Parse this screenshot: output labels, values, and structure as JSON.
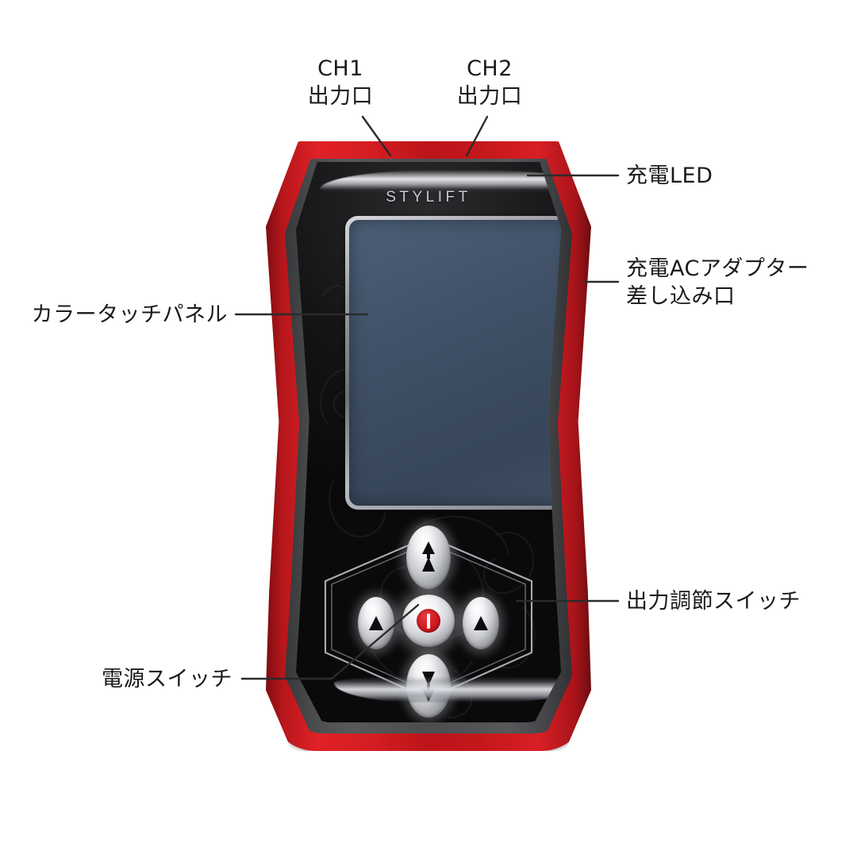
{
  "diagram": {
    "title": "STYLIFT device callout diagram",
    "device": {
      "brand": "STYLIFT",
      "colors": {
        "shell_red": "#c4171c",
        "faceplate_black": "#0d0d0f",
        "screen_blue": "#3e4e64",
        "chrome_silver": "#c9ccd2",
        "power_red": "#cf1820"
      },
      "screen": {
        "name": "color-touch-panel",
        "state": "blank"
      },
      "buttons": [
        {
          "id": "up",
          "icon": "double-up-arrow-icon",
          "shape": "oval"
        },
        {
          "id": "down",
          "icon": "double-down-arrow-icon",
          "shape": "oval"
        },
        {
          "id": "left",
          "icon": "triangle-up-icon",
          "shape": "oval"
        },
        {
          "id": "right",
          "icon": "triangle-up-icon",
          "shape": "oval"
        },
        {
          "id": "power",
          "icon": "power-symbol-icon",
          "shape": "circle"
        }
      ],
      "led": {
        "icon": "led-dot-icon",
        "state": "off"
      }
    },
    "callouts": {
      "ch1_port": "CH1\n出力口",
      "ch2_port": "CH2\n出力口",
      "charge_led": "充電LED",
      "ac_adapter_jack": "充電ACアダプター\n差し込み口",
      "color_touch_panel": "カラータッチパネル",
      "output_adjust_switch": "出力調節スイッチ",
      "power_switch": "電源スイッチ"
    }
  }
}
